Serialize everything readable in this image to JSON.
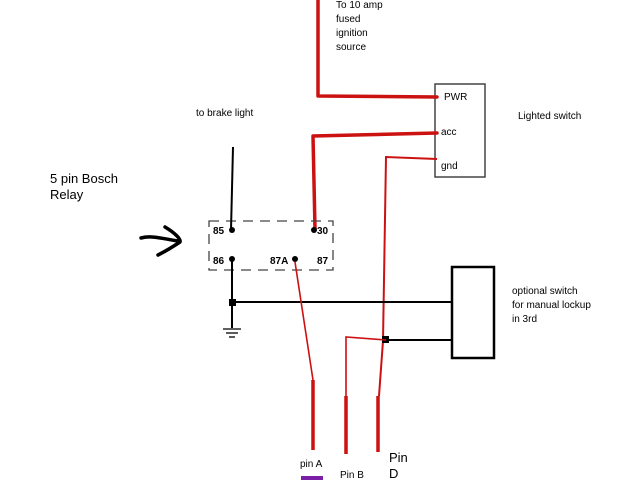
{
  "labels": {
    "ignition_source": [
      "To 10 amp",
      "fused",
      "ignition",
      "source"
    ],
    "lighted_switch": "Lighted switch",
    "brake_light": "to brake light",
    "relay": [
      "5 pin Bosch",
      "Relay"
    ],
    "optional_switch": [
      "optional switch",
      "for manual lockup",
      "in 3rd"
    ],
    "pin_a": "pin A",
    "pin_b": "Pin B",
    "pin_d": [
      "Pin",
      "D"
    ]
  },
  "switch_terminals": {
    "pwr": "PWR",
    "acc": "acc",
    "gnd": "gnd"
  },
  "relay_pins": {
    "p85": "85",
    "p30": "30",
    "p86": "86",
    "p87a": "87A",
    "p87": "87"
  },
  "colors": {
    "wire_red": "#cc1111",
    "wire_black": "#000000",
    "outline_gray": "#444444",
    "marker_purple": "#7a1fa8"
  }
}
